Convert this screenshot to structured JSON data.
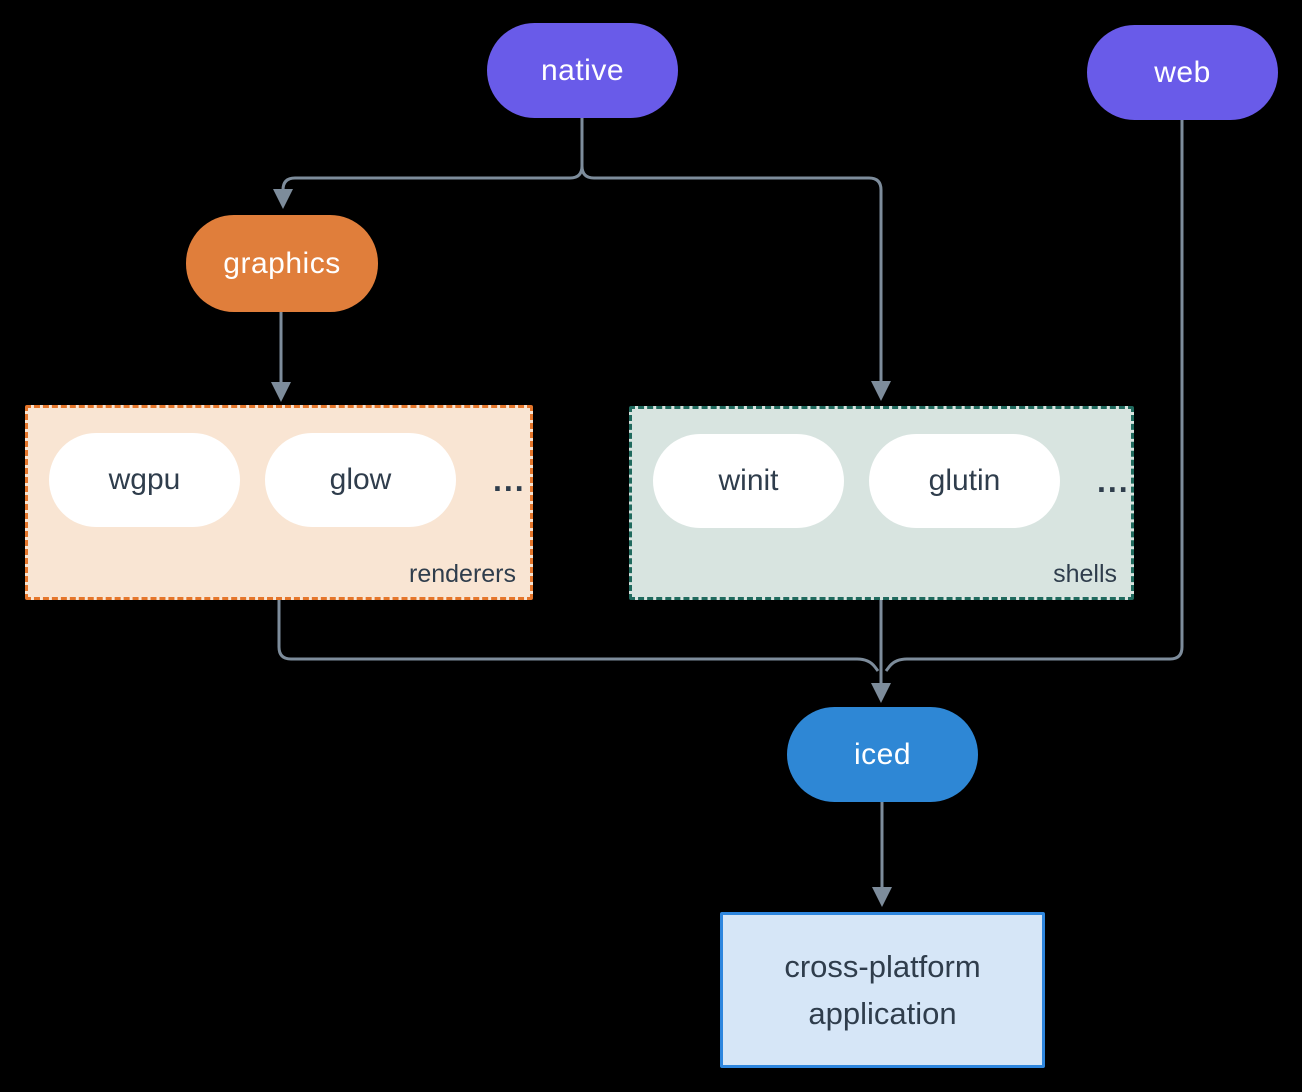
{
  "nodes": {
    "native": {
      "label": "native",
      "color": "#695BE9"
    },
    "web": {
      "label": "web",
      "color": "#695BE9"
    },
    "graphics": {
      "label": "graphics",
      "color": "#E07E3B"
    },
    "iced": {
      "label": "iced",
      "color": "#2E87D5"
    },
    "application": {
      "lines": [
        "cross-platform",
        "application"
      ],
      "fill": "#D6E6F7",
      "border": "#2E86DE"
    }
  },
  "groups": {
    "renderers": {
      "label": "renderers",
      "items": [
        "wgpu",
        "glow"
      ],
      "ellipsis": "...",
      "fill": "#F9E5D3",
      "border": "#E5762B"
    },
    "shells": {
      "label": "shells",
      "items": [
        "winit",
        "glutin"
      ],
      "ellipsis": "...",
      "fill": "#D8E4E0",
      "border": "#206A5E"
    }
  },
  "edges": [
    {
      "from": "native",
      "to": "graphics"
    },
    {
      "from": "native",
      "to": "shells"
    },
    {
      "from": "graphics",
      "to": "renderers"
    },
    {
      "from": "renderers",
      "to": "iced"
    },
    {
      "from": "shells",
      "to": "iced"
    },
    {
      "from": "web",
      "to": "iced"
    },
    {
      "from": "iced",
      "to": "application"
    }
  ],
  "style": {
    "background": "#000000",
    "connector_color": "#7D8C9B",
    "inner_pill_fill": "#FFFFFF",
    "dark_text_color": "#2F3D4C",
    "pill_text_color": "#FFFFFF"
  }
}
